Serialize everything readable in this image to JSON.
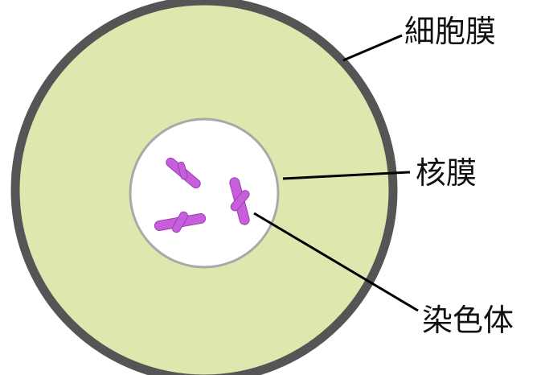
{
  "labels": {
    "cell_membrane": "細胞膜",
    "nuclear_membrane": "核膜",
    "chromosome": "染色体"
  },
  "colors": {
    "cytoplasm": "#dee7ad",
    "cell_membrane": "#555555",
    "nucleus": "#ffffff",
    "nuclear_membrane": "#a9a9a9",
    "chromosome": "#c75fdc",
    "chromosome_edge": "#9a3fb3",
    "leader_line": "#000000"
  }
}
